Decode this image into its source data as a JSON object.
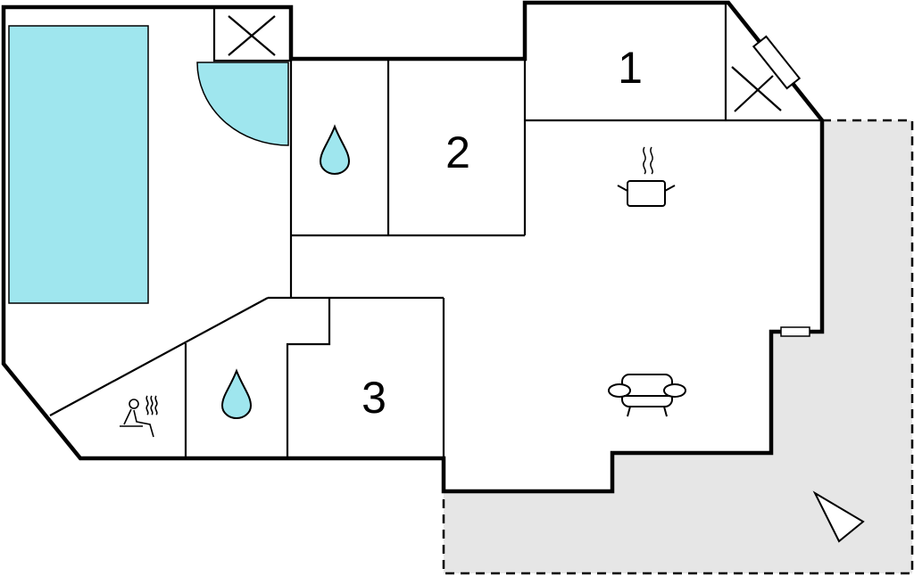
{
  "title": "Floor plan",
  "rooms": [
    {
      "label": "1",
      "type": "bedroom"
    },
    {
      "label": "2",
      "type": "bedroom"
    },
    {
      "label": "3",
      "type": "bedroom"
    }
  ],
  "icons": [
    "pool",
    "chimney-icon",
    "door-arc",
    "bathroom-drop-icon",
    "sauna-icon",
    "kitchen-pot-icon",
    "sofa-icon",
    "window-icon",
    "north-arrow-icon"
  ],
  "colors": {
    "pool": "#9fe6ee",
    "terrace": "#e6e6e6",
    "wall": "#000000"
  }
}
